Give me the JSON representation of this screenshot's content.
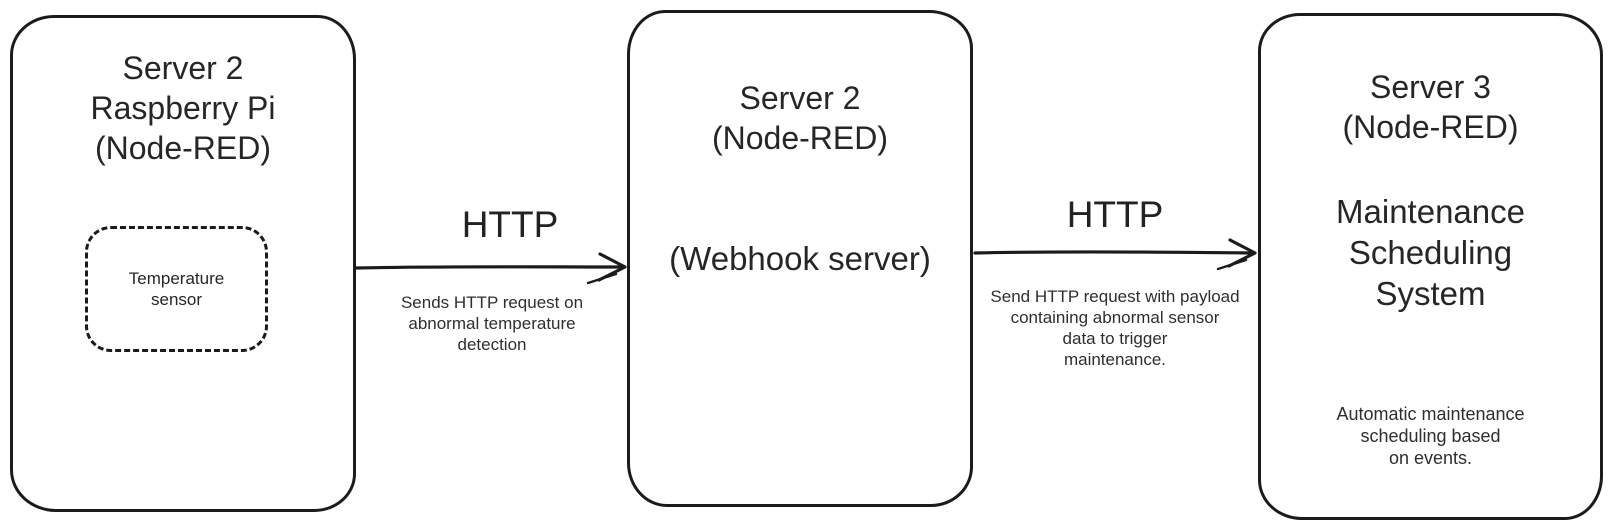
{
  "diagram": {
    "colors": {
      "background": "#ffffff",
      "stroke": "#1b1b1b",
      "text": "#262626"
    },
    "nodes": {
      "left": {
        "title": "Server 2\nRaspberry Pi\n(Node-RED)",
        "sensor_label": "Temperature\nsensor"
      },
      "middle": {
        "title": "Server 2\n(Node-RED)",
        "subtitle": "(Webhook server)"
      },
      "right": {
        "title": "Server 3\n(Node-RED)",
        "subtitle": "Maintenance\nScheduling\nSystem",
        "note": "Automatic maintenance\nscheduling based\non events."
      }
    },
    "edges": {
      "edge1": {
        "label": "HTTP",
        "description": "Sends HTTP request on\nabnormal temperature\ndetection"
      },
      "edge2": {
        "label": "HTTP",
        "description": "Send HTTP request with payload\ncontaining abnormal sensor\ndata to trigger\nmaintenance."
      }
    }
  }
}
